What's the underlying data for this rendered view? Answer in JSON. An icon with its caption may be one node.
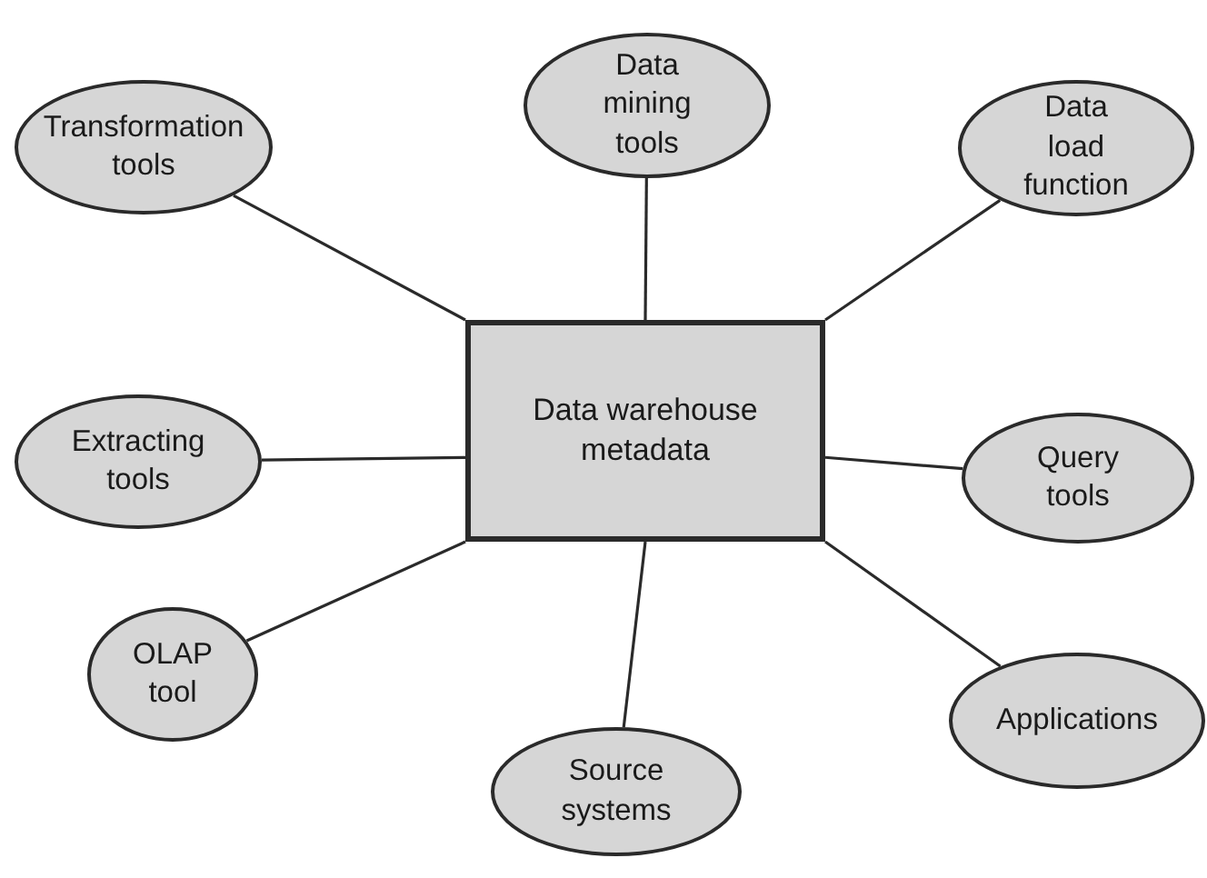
{
  "diagram": {
    "nodes": [
      {
        "text": [
          "Data warehouse metadata"
        ]
      },
      {
        "text": [
          "Transformation tools"
        ]
      },
      {
        "text": [
          "Data mining tools"
        ]
      },
      {
        "text": [
          "Data load function"
        ]
      },
      {
        "text": [
          "Extracting tools"
        ]
      },
      {
        "text": [
          "Query tools"
        ]
      },
      {
        "text": [
          "OLAP tool"
        ]
      },
      {
        "text": [
          "Source systems"
        ]
      },
      {
        "text": [
          "Applications"
        ]
      }
    ],
    "edges": [
      {
        "from": 0,
        "to": 1,
        "arrow": "none"
      },
      {
        "from": 0,
        "to": 2,
        "arrow": "none"
      },
      {
        "from": 0,
        "to": 3,
        "arrow": "none"
      },
      {
        "from": 0,
        "to": 4,
        "arrow": "none"
      },
      {
        "from": 0,
        "to": 5,
        "arrow": "none"
      },
      {
        "from": 0,
        "to": 6,
        "arrow": "none"
      },
      {
        "from": 0,
        "to": 7,
        "arrow": "none"
      },
      {
        "from": 0,
        "to": 8,
        "arrow": "none"
      }
    ]
  }
}
